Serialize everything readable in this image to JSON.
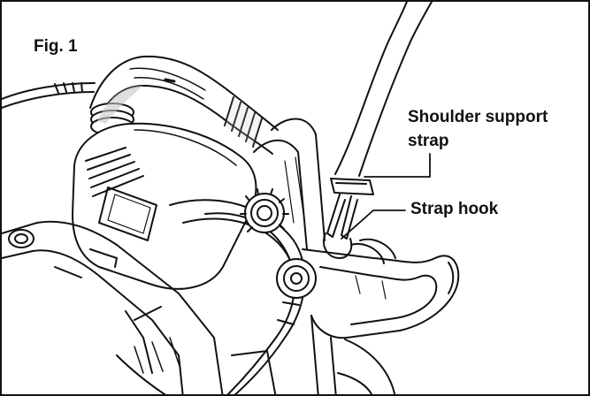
{
  "figure": {
    "label": "Fig. 1",
    "callouts": {
      "shoulder_strap": {
        "line1": "Shoulder support",
        "line2": "strap"
      },
      "strap_hook": {
        "text": "Strap hook"
      }
    },
    "colors": {
      "ink": "#111111",
      "paper": "#ffffff",
      "shade": "#6e6e6e",
      "light_shade": "#c9c9c9"
    }
  }
}
